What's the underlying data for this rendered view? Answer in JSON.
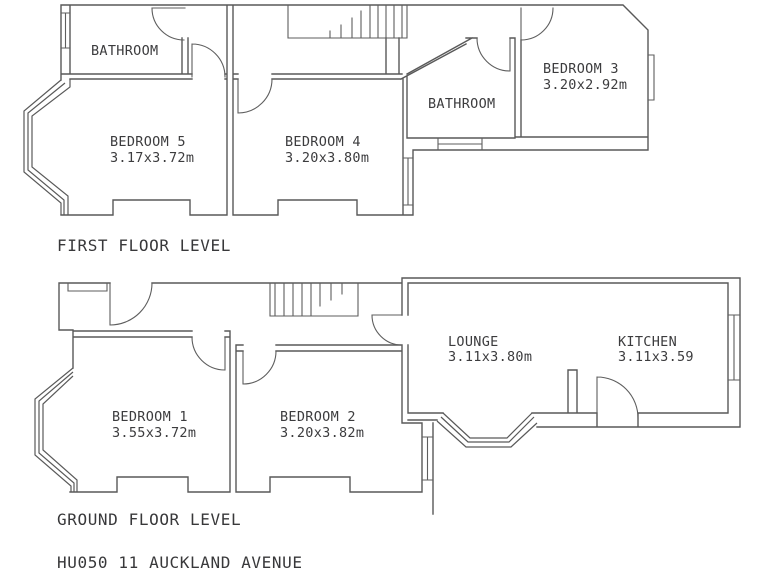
{
  "reference": "HU050 11 AUCKLAND AVENUE",
  "floors": [
    {
      "name": "FIRST FLOOR LEVEL",
      "rooms": [
        {
          "label": "BATHROOM",
          "dimensions": ""
        },
        {
          "label": "BEDROOM 5",
          "dimensions": "3.17x3.72m"
        },
        {
          "label": "BEDROOM 4",
          "dimensions": "3.20x3.80m"
        },
        {
          "label": "BATHROOM",
          "dimensions": ""
        },
        {
          "label": "BEDROOM 3",
          "dimensions": "3.20x2.92m"
        }
      ]
    },
    {
      "name": "GROUND FLOOR LEVEL",
      "rooms": [
        {
          "label": "BEDROOM 1",
          "dimensions": "3.55x3.72m"
        },
        {
          "label": "BEDROOM 2",
          "dimensions": "3.20x3.82m"
        },
        {
          "label": "LOUNGE",
          "dimensions": "3.11x3.80m"
        },
        {
          "label": "KITCHEN",
          "dimensions": "3.11x3.59"
        }
      ]
    }
  ]
}
